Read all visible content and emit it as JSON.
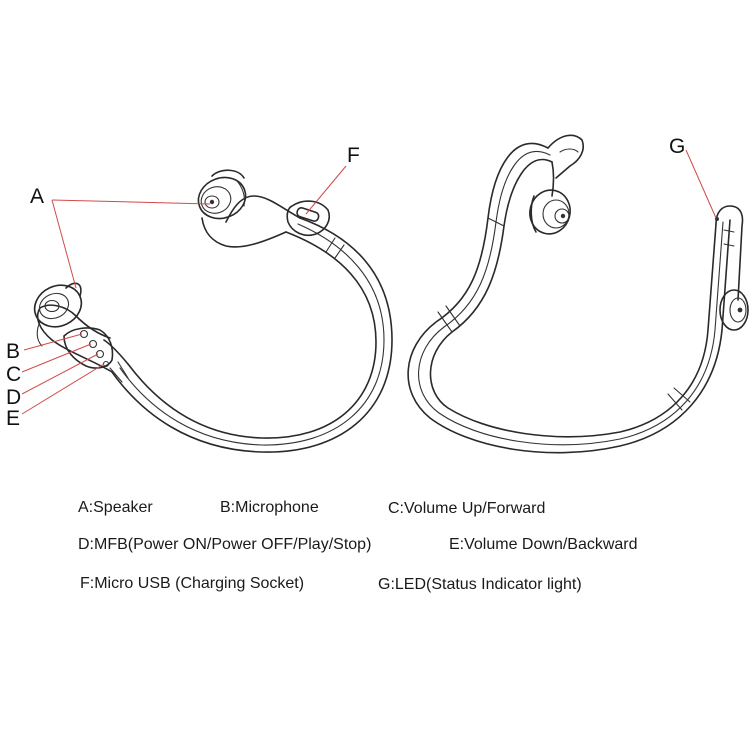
{
  "callouts": {
    "a": "A",
    "b": "B",
    "c": "C",
    "d": "D",
    "e": "E",
    "f": "F",
    "g": "G"
  },
  "legend": {
    "a": "A:Speaker",
    "b": "B:Microphone",
    "c": "C:Volume Up/Forward",
    "d": "D:MFB(Power ON/Power OFF/Play/Stop)",
    "e": "E:Volume Down/Backward",
    "f": "F:Micro USB (Charging Socket)",
    "g": "G:LED(Status Indicator light)"
  },
  "colors": {
    "leader_line": "#d04b4b",
    "outline": "#2a2a2a"
  }
}
